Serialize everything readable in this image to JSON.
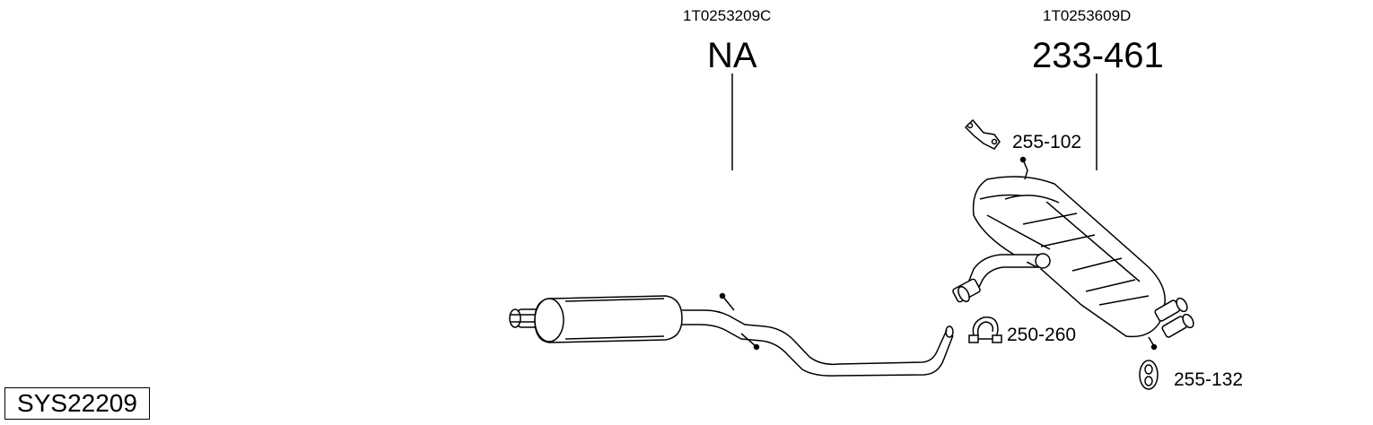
{
  "system_code": "SYS22209",
  "components": {
    "front_muffler": {
      "oe_number": "1T0253209C",
      "part_number": "NA"
    },
    "rear_muffler": {
      "oe_number": "1T0253609D",
      "part_number": "233-461"
    },
    "bracket": {
      "part_number": "255-102",
      "icon": "bracket-icon"
    },
    "clamp": {
      "part_number": "250-260",
      "icon": "clamp-icon"
    },
    "rubber_mount": {
      "part_number": "255-132",
      "icon": "rubber-mount-icon"
    }
  },
  "line_color": "#000000",
  "background": "#ffffff"
}
